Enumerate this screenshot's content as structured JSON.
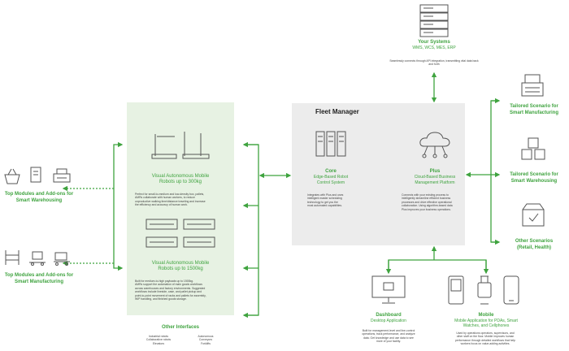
{
  "colors": {
    "accent": "#3fa33f",
    "panel_left": "#e7f2e3",
    "panel_fleet": "#ececec",
    "icon_stroke": "#555555"
  },
  "your_systems": {
    "title": "Your Systems",
    "subtitle": "WMS, WCS, MES, ERP",
    "desc": "Seamlessly connects through API integration, transmitting vital data back and forth"
  },
  "fleet_manager": {
    "title": "Fleet Manager",
    "core": {
      "label": "Core",
      "sub": [
        "Edge-Based Robot",
        "Control System"
      ],
      "desc": [
        "Integrates with Plus and uses",
        "intelligent master scheduling",
        "technology to get you the",
        "most automated capabilities."
      ]
    },
    "plus": {
      "label": "Plus",
      "sub": [
        "Cloud-Based Business",
        "Management Platform"
      ],
      "desc": [
        "Connects with your existing process to",
        "intelligently streamline efficient business",
        "processes and drive effective operational",
        "collaboration. Using algorithm-based data",
        "Plus improves your business operations."
      ]
    }
  },
  "left_panel": {
    "robot1": {
      "title": [
        "Visual Autonomous Mobile",
        "Robots up to 300kg"
      ],
      "desc": [
        "Perfect for small-to-medium and low-density box, pallets,",
        "AMRs collaborate with human workers, to reduce",
        "unproductive walking time/distance traveling and increase",
        "the efficiency and accuracy of human work."
      ]
    },
    "robot2": {
      "title": [
        "Visual Autonomous Mobile",
        "Robots up to 1500kg"
      ],
      "desc": [
        "Built for medium-to-high payloads up to 1500kg.",
        "AMRs support the automation of main goods workflows",
        "across warehouses and factory environments. Suggested",
        "workflows include lineside, case, and pallet pickup and",
        "point-to-point movement of racks and pallets for assembly,",
        "WIP handling, and finished goods storage."
      ]
    }
  },
  "other_interfaces": {
    "title": "Other Interfaces",
    "col1": [
      "Industrial robots",
      "Collaborative robots",
      "Elevators"
    ],
    "col2": [
      "Autonomous",
      "Conveyors",
      "Forklifts"
    ]
  },
  "left_modules": {
    "warehousing": [
      "Top Modules and Add-ons for",
      "Smart Warehousing"
    ],
    "manufacturing": [
      "Top Modules and Add-ons for",
      "Smart Manufacturing"
    ]
  },
  "right_scenarios": {
    "manufacturing": [
      "Tailored Scenario for",
      "Smart Manufacturing"
    ],
    "warehousing": [
      "Tailored Scenario for",
      "Smart Warehousing"
    ],
    "other": [
      "Other Scenarios",
      "(Retail, Health)"
    ]
  },
  "dashboard": {
    "title": "Dashboard",
    "sub": "Desktop Application",
    "desc": [
      "Built for management-level and line-control",
      "operations, track performance, and analyze",
      "data. Get knowledge and use data to see",
      "more of your facility."
    ]
  },
  "mobile": {
    "title": "Mobile",
    "sub": [
      "Mobile Application for PDAs, Smart",
      "Watches, and Cellphones"
    ],
    "desc": [
      "Used by operations operators, supervisors, and",
      "other staff on the floor. Mobile improves human",
      "performance through detailed workflows that help",
      "workers focus on value-adding activities."
    ]
  }
}
